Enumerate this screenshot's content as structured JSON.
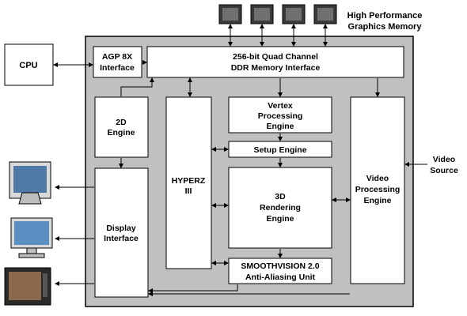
{
  "memory_label": [
    "High Performance",
    "Graphics Memory"
  ],
  "cpu": "CPU",
  "agp": [
    "AGP 8X",
    "Interface"
  ],
  "ddr": [
    "256-bit Quad Channel",
    "DDR Memory Interface"
  ],
  "engine2d": [
    "2D",
    "Engine"
  ],
  "display": [
    "Display",
    "Interface"
  ],
  "hyperz": [
    "HYPERZ",
    "III"
  ],
  "vertex": [
    "Vertex",
    "Processing",
    "Engine"
  ],
  "setup": "Setup Engine",
  "rendering": [
    "3D",
    "Rendering",
    "Engine"
  ],
  "smoothvision": [
    "SMOOTHVISION 2.0",
    "Anti-Aliasing Unit"
  ],
  "video_engine": [
    "Video",
    "Processing",
    "Engine"
  ],
  "video_source": [
    "Video",
    "Source"
  ],
  "colors": {
    "chip_background": "#c0c0c0",
    "block_fill": "#ffffff",
    "stroke": "#000000"
  },
  "icons": [
    "memory-chip-icon",
    "crt-monitor-icon",
    "flat-panel-monitor-icon",
    "television-icon"
  ]
}
